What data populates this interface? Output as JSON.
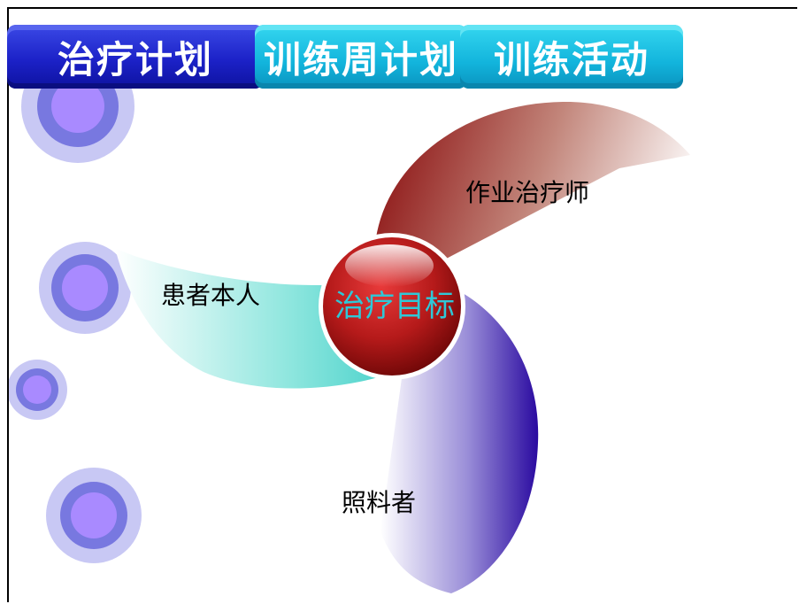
{
  "tabs": [
    {
      "label": "治疗计划",
      "active": true
    },
    {
      "label": "训练周计划",
      "active": false
    },
    {
      "label": "训练活动",
      "active": false
    }
  ],
  "diagram": {
    "center": "治疗目标",
    "petals": [
      {
        "label": "作业治疗师",
        "color": "#9b1d1d"
      },
      {
        "label": "患者本人",
        "color": "#5ed8d0"
      },
      {
        "label": "照料者",
        "color": "#3a12a8"
      }
    ]
  },
  "decorations": {
    "circle_colors": [
      "#c8c8f4",
      "#7878e0",
      "#a98aff"
    ]
  }
}
